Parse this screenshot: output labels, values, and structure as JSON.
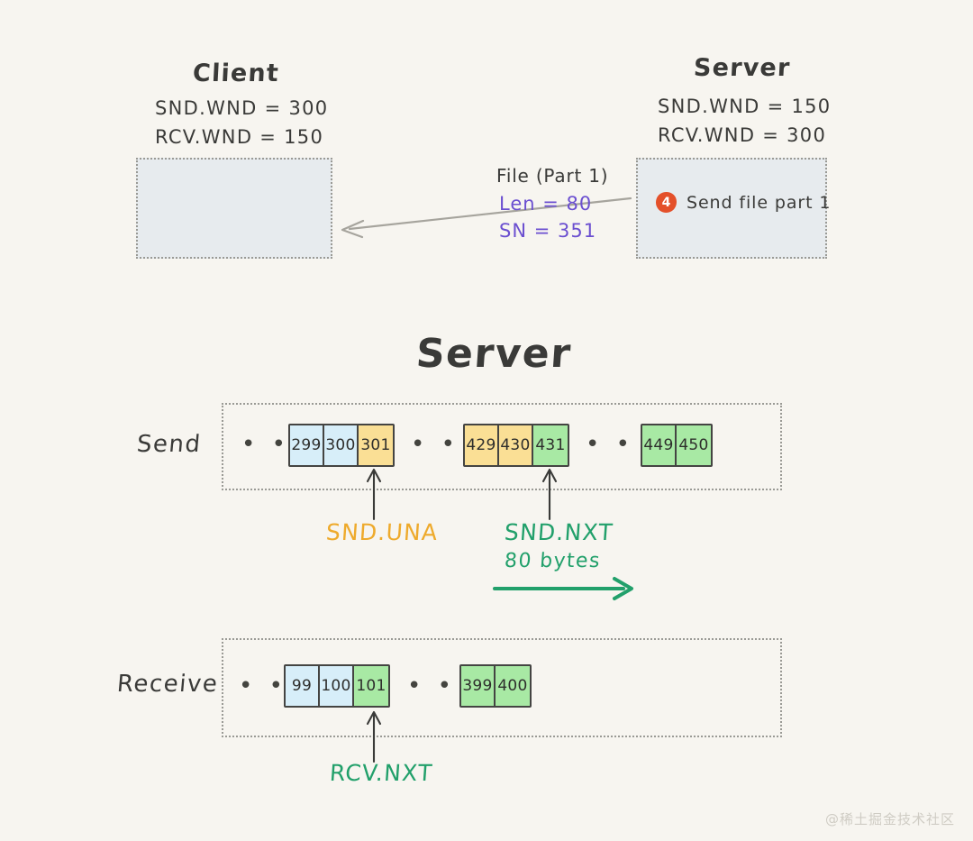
{
  "page": {
    "background_color": "#f7f5f0",
    "watermark": "@稀土掘金技术社区"
  },
  "colors": {
    "cell_blue": "#d7eef9",
    "cell_yellow": "#fadf95",
    "cell_green": "#a8e9a4",
    "cell_border": "#444442",
    "panel_fill": "#e7ebee",
    "panel_border": "#9a9a95",
    "snd_una": "#eeaa2c",
    "snd_nxt": "#22a06b",
    "rcv_nxt": "#22a06b",
    "packet_value": "#6b4fd0",
    "step_badge": "#e4502a",
    "ink": "#3a3a38",
    "arrow_gray": "#a6a49d"
  },
  "top": {
    "client": {
      "title": "Client",
      "params": [
        "SND.WND = 300",
        "RCV.WND = 150"
      ],
      "box_empty": true
    },
    "server": {
      "title": "Server",
      "params": [
        "SND.WND = 150",
        "RCV.WND = 300"
      ],
      "step": {
        "number": "4",
        "text": "Send file part 1"
      }
    },
    "packet": {
      "title": "File (Part 1)",
      "lines": [
        "Len = 80",
        "SN = 351"
      ],
      "direction": "server-to-client"
    }
  },
  "server_panel": {
    "title": "Server",
    "send": {
      "label": "Send",
      "groups": [
        {
          "cells": [
            {
              "value": "299",
              "color": "blue"
            },
            {
              "value": "300",
              "color": "blue"
            },
            {
              "value": "301",
              "color": "yellow"
            }
          ]
        },
        {
          "cells": [
            {
              "value": "429",
              "color": "yellow"
            },
            {
              "value": "430",
              "color": "yellow"
            },
            {
              "value": "431",
              "color": "green"
            }
          ]
        },
        {
          "cells": [
            {
              "value": "449",
              "color": "green"
            },
            {
              "value": "450",
              "color": "green"
            }
          ]
        }
      ],
      "ellipsis": "• • •",
      "markers": [
        {
          "name": "SND.UNA",
          "label": "SND.UNA",
          "color": "#eeaa2c",
          "points_to": "301"
        },
        {
          "name": "SND.NXT",
          "label": "SND.NXT",
          "color": "#22a06b",
          "points_to": "431",
          "sublabel": "80 bytes"
        }
      ]
    },
    "receive": {
      "label": "Receive",
      "groups": [
        {
          "cells": [
            {
              "value": "99",
              "color": "blue"
            },
            {
              "value": "100",
              "color": "blue"
            },
            {
              "value": "101",
              "color": "green"
            }
          ]
        },
        {
          "cells": [
            {
              "value": "399",
              "color": "green"
            },
            {
              "value": "400",
              "color": "green"
            }
          ]
        }
      ],
      "ellipsis": "• • •",
      "markers": [
        {
          "name": "RCV.NXT",
          "label": "RCV.NXT",
          "color": "#22a06b",
          "points_to": "101"
        }
      ]
    }
  }
}
